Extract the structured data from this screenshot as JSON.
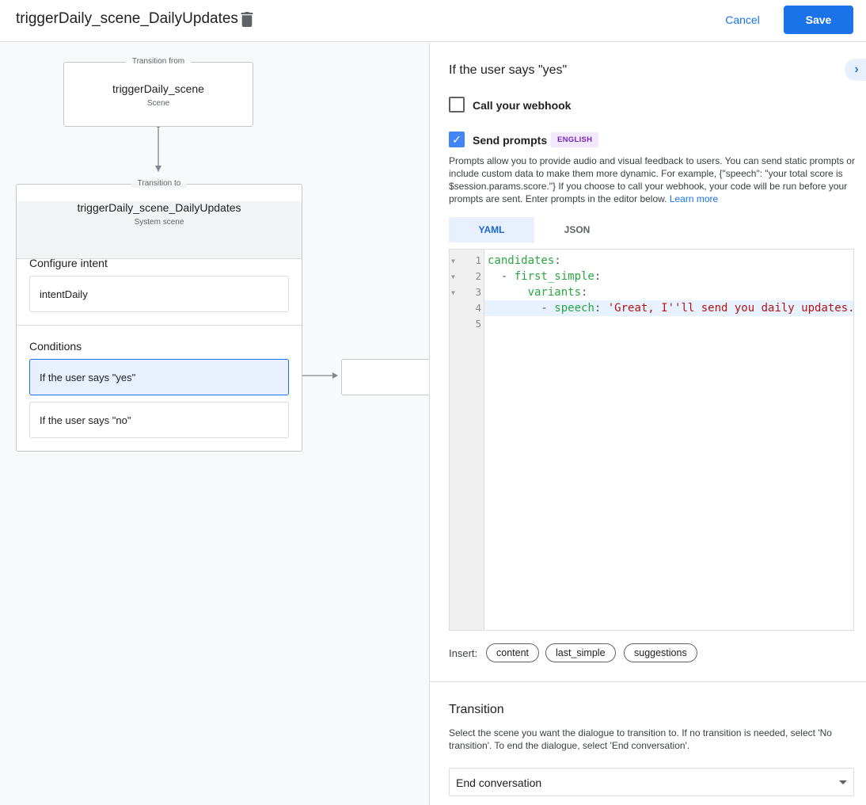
{
  "header": {
    "title": "triggerDaily_scene_DailyUpdates",
    "cancel_label": "Cancel",
    "save_label": "Save"
  },
  "canvas": {
    "from": {
      "legend": "Transition from",
      "name": "triggerDaily_scene",
      "type": "Scene"
    },
    "to": {
      "legend": "Transition to",
      "name": "triggerDaily_scene_DailyUpdates",
      "type": "System scene",
      "configure_intent_label": "Configure intent",
      "intent": "intentDaily",
      "conditions_label": "Conditions",
      "conditions": [
        "If the user says \"yes\"",
        "If the user says \"no\""
      ]
    }
  },
  "panel": {
    "title": "If the user says \"yes\"",
    "webhook": {
      "label": "Call your webhook",
      "checked": false
    },
    "prompts": {
      "label": "Send prompts",
      "checked": true,
      "badge": "ENGLISH"
    },
    "description": "Prompts allow you to provide audio and visual feedback to users. You can send static prompts or include custom data to make them more dynamic. For example, {\"speech\": \"your total score is $session.params.score.\"} If you choose to call your webhook, your code will be run before your prompts are sent. Enter prompts in the editor below.",
    "learn_more": "Learn more",
    "tabs": [
      {
        "label": "YAML",
        "active": true
      },
      {
        "label": "JSON",
        "active": false
      }
    ],
    "code": {
      "line_numbers": [
        "1",
        "2",
        "3",
        "4",
        "5"
      ],
      "lines": [
        [
          {
            "t": "k",
            "v": "candidates"
          },
          {
            "t": "p",
            "v": ":"
          }
        ],
        [
          {
            "t": "p",
            "v": "  - "
          },
          {
            "t": "k",
            "v": "first_simple"
          },
          {
            "t": "p",
            "v": ":"
          }
        ],
        [
          {
            "t": "p",
            "v": "      "
          },
          {
            "t": "k",
            "v": "variants"
          },
          {
            "t": "p",
            "v": ":"
          }
        ],
        [
          {
            "t": "p",
            "v": "        - "
          },
          {
            "t": "k",
            "v": "speech"
          },
          {
            "t": "p",
            "v": ": "
          },
          {
            "t": "s",
            "v": "'Great, I''ll send you daily updates.'"
          }
        ],
        []
      ]
    },
    "insert_label": "Insert:",
    "insert_chips": [
      "content",
      "last_simple",
      "suggestions"
    ],
    "transition": {
      "title": "Transition",
      "description": "Select the scene you want the dialogue to transition to. If no transition is needed, select 'No transition'. To end the dialogue, select 'End conversation'.",
      "selected": "End conversation"
    }
  }
}
